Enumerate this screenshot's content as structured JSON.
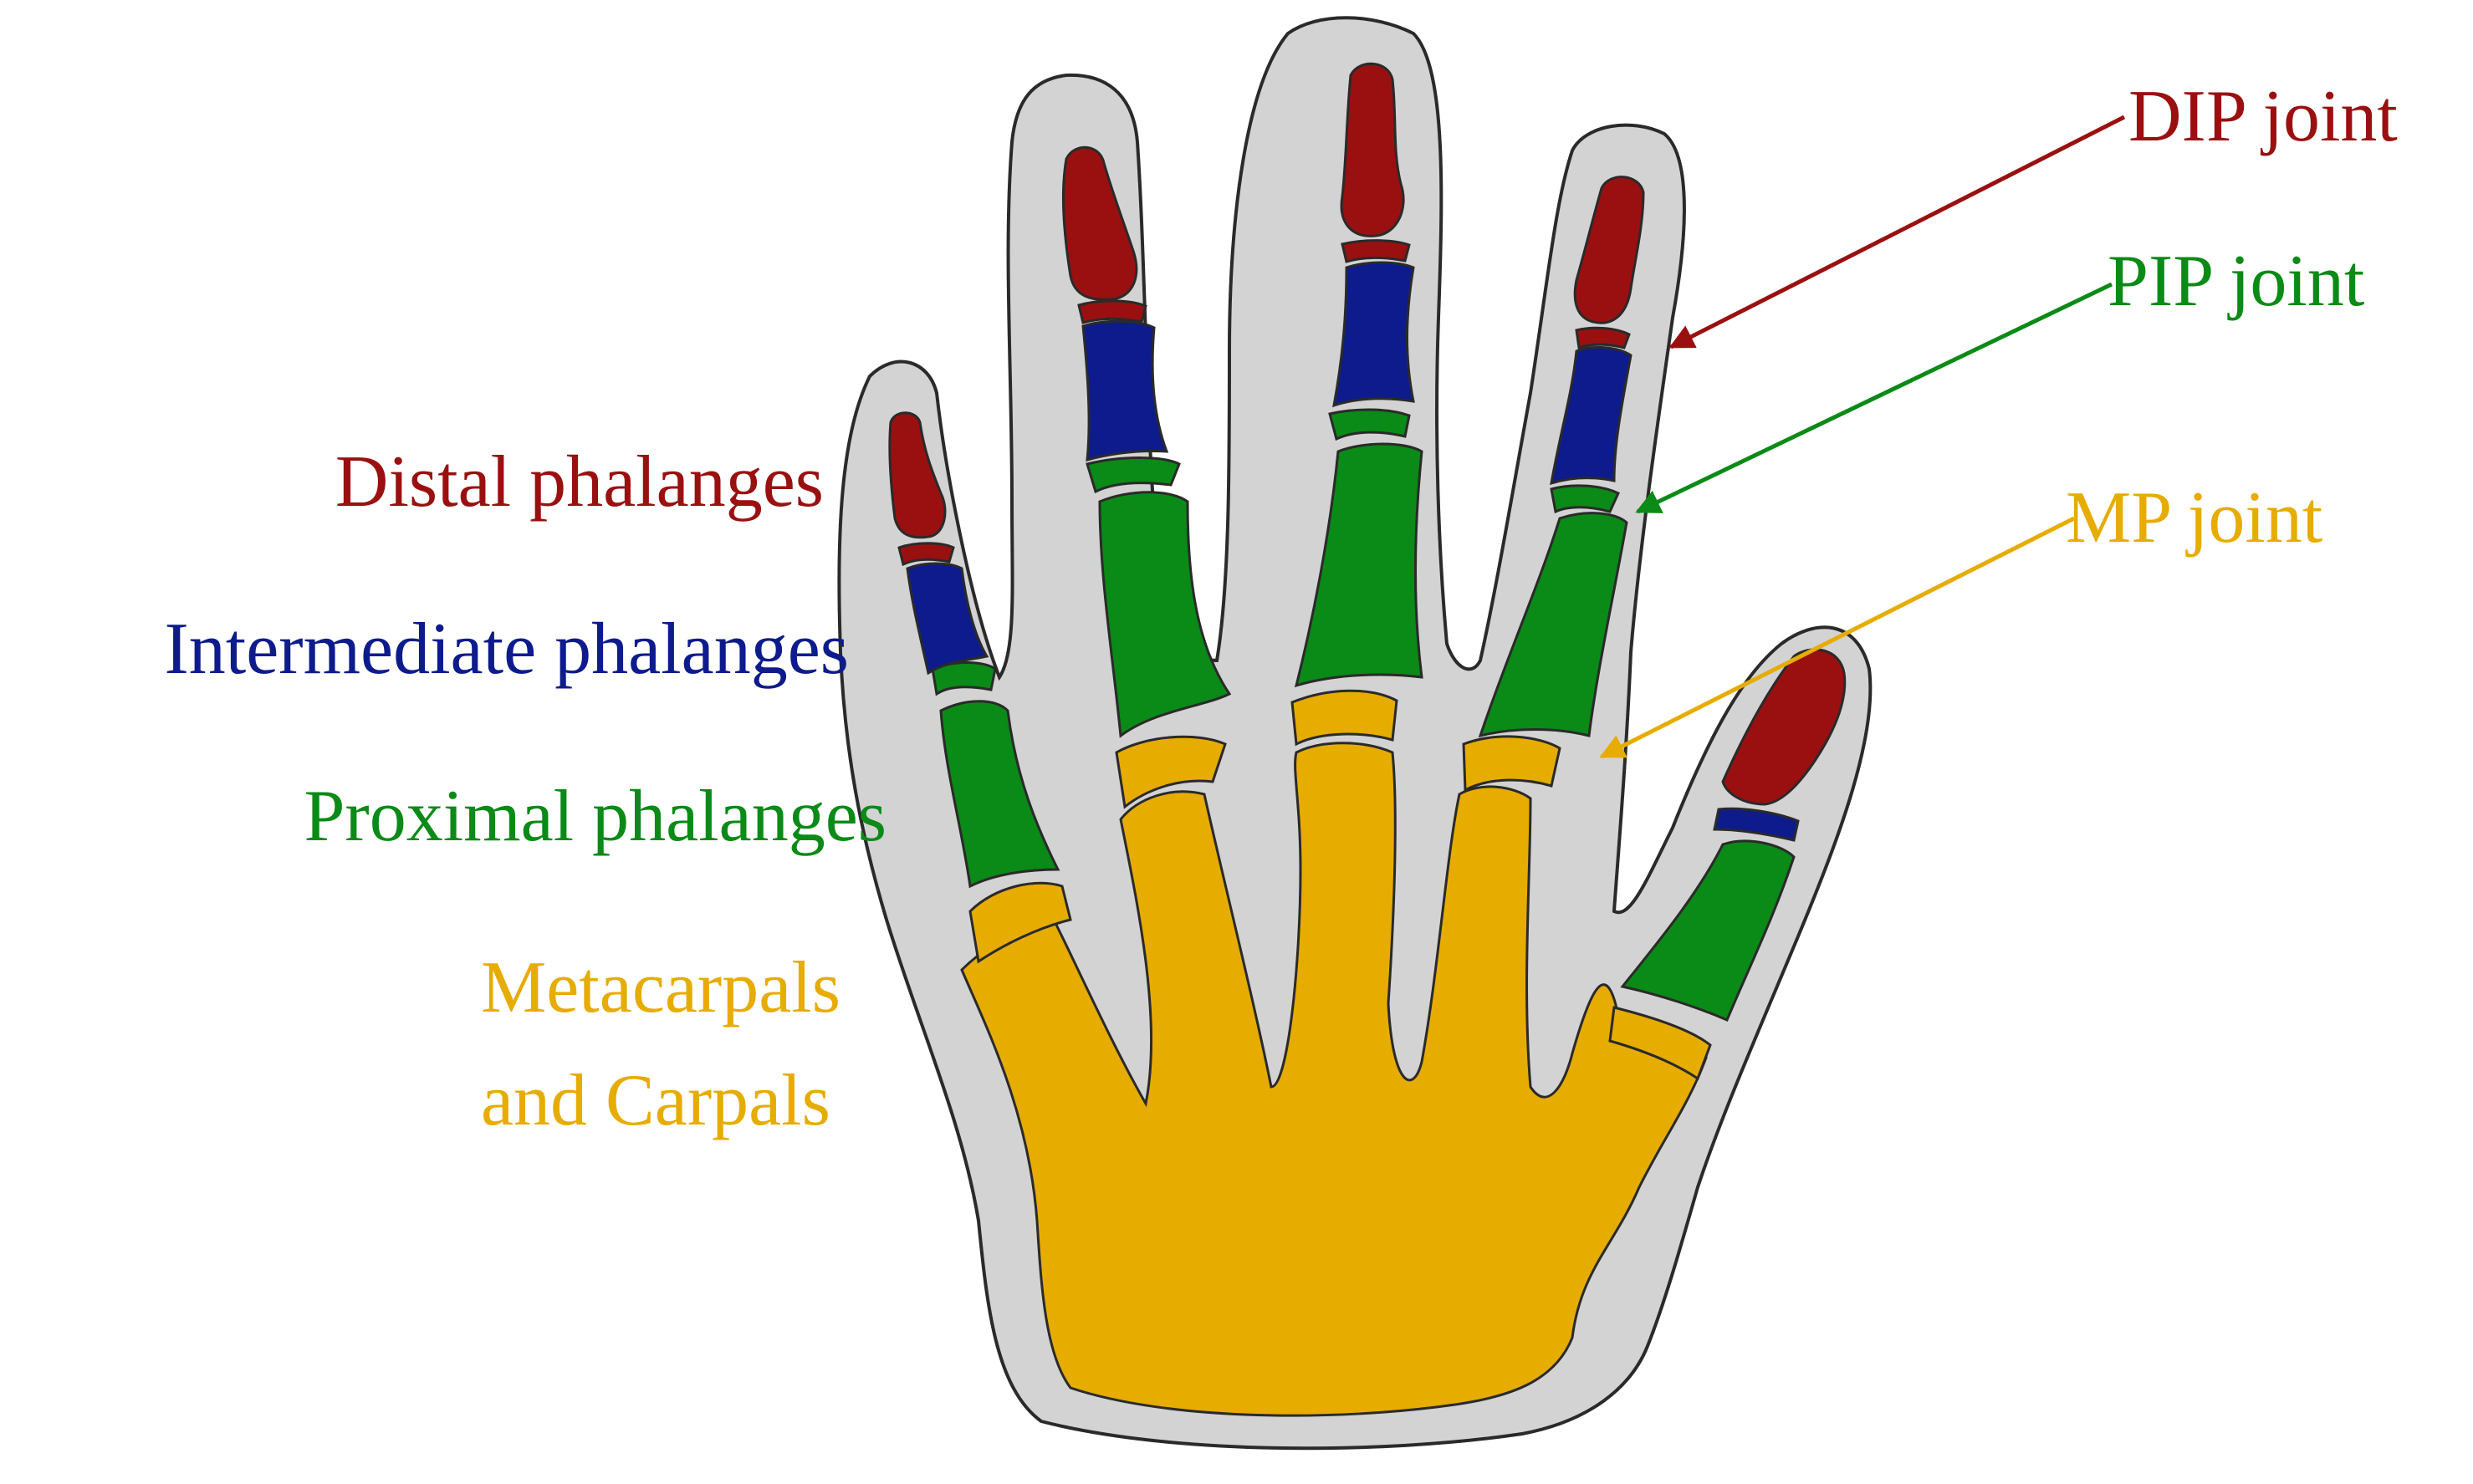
{
  "colors": {
    "distal": "#9a1010",
    "intermediate": "#0d1b8c",
    "proximal": "#0a8a16",
    "metacarpal": "#e6ac00",
    "skin": "#d3d3d3",
    "outline": "#2a2a2a"
  },
  "left_labels": {
    "distal": "Distal phalanges",
    "intermediate": "Intermediate phalanges",
    "proximal": "Proximal phalanges",
    "metacarpals_line1": "Metacarpals",
    "metacarpals_line2": "and Carpals"
  },
  "joint_labels": {
    "dip": "DIP joint",
    "pip": "PIP joint",
    "mp": "MP joint"
  }
}
